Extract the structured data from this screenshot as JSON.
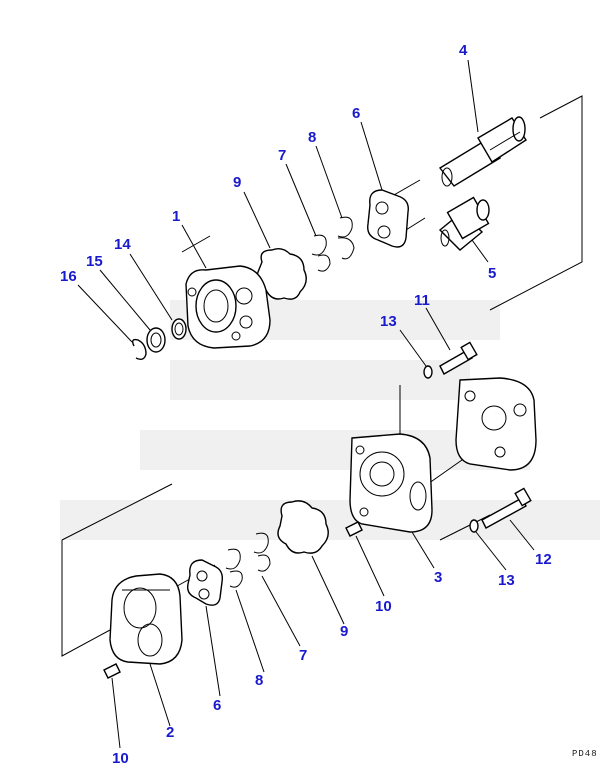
{
  "diagram": {
    "callouts": {
      "c1": "1",
      "c2": "2",
      "c3": "3",
      "c4": "4",
      "c5": "5",
      "c6a": "6",
      "c6b": "6",
      "c7a": "7",
      "c7b": "7",
      "c8a": "8",
      "c8b": "8",
      "c9a": "9",
      "c9b": "9",
      "c10a": "10",
      "c10b": "10",
      "c11": "11",
      "c12": "12",
      "c13a": "13",
      "c13b": "13",
      "c14": "14",
      "c15": "15",
      "c16": "16"
    },
    "drawing_code": "PD48"
  },
  "colors": {
    "callout": "#1a1acd",
    "line": "#000000"
  }
}
